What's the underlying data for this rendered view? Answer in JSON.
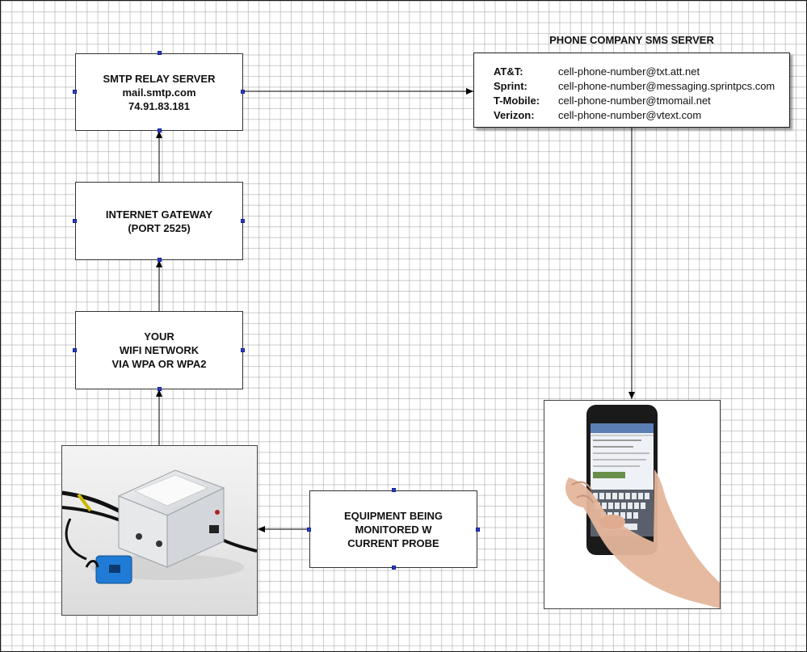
{
  "boxes": {
    "smtp": {
      "line1": "SMTP RELAY SERVER",
      "line2": "mail.smtp.com",
      "line3": "74.91.83.181"
    },
    "gateway": {
      "line1": "INTERNET GATEWAY",
      "line2": "(PORT 2525)"
    },
    "wifi": {
      "line1": "YOUR",
      "line2": "WIFI NETWORK",
      "line3": "VIA WPA OR WPA2"
    },
    "equipment": {
      "line1": "EQUIPMENT BEING",
      "line2": "MONITORED W",
      "line3": "CURRENT PROBE"
    }
  },
  "sms_server": {
    "title": "PHONE COMPANY SMS SERVER",
    "rows": [
      {
        "carrier": "AT&T:",
        "address": "cell-phone-number@txt.att.net"
      },
      {
        "carrier": "Sprint:",
        "address": "cell-phone-number@messaging.sprintpcs.com"
      },
      {
        "carrier": "T-Mobile:",
        "address": "cell-phone-number@tmomail.net"
      },
      {
        "carrier": "Verizon:",
        "address": "cell-phone-number@vtext.com"
      }
    ]
  },
  "images": {
    "monitor_device": "current-monitor-device-photo",
    "phone": "hand-holding-smartphone-photo"
  },
  "colors": {
    "handle": "#2b3fc9",
    "device_probe": "#1f7bd6",
    "device_body": "#e4e6e9"
  }
}
